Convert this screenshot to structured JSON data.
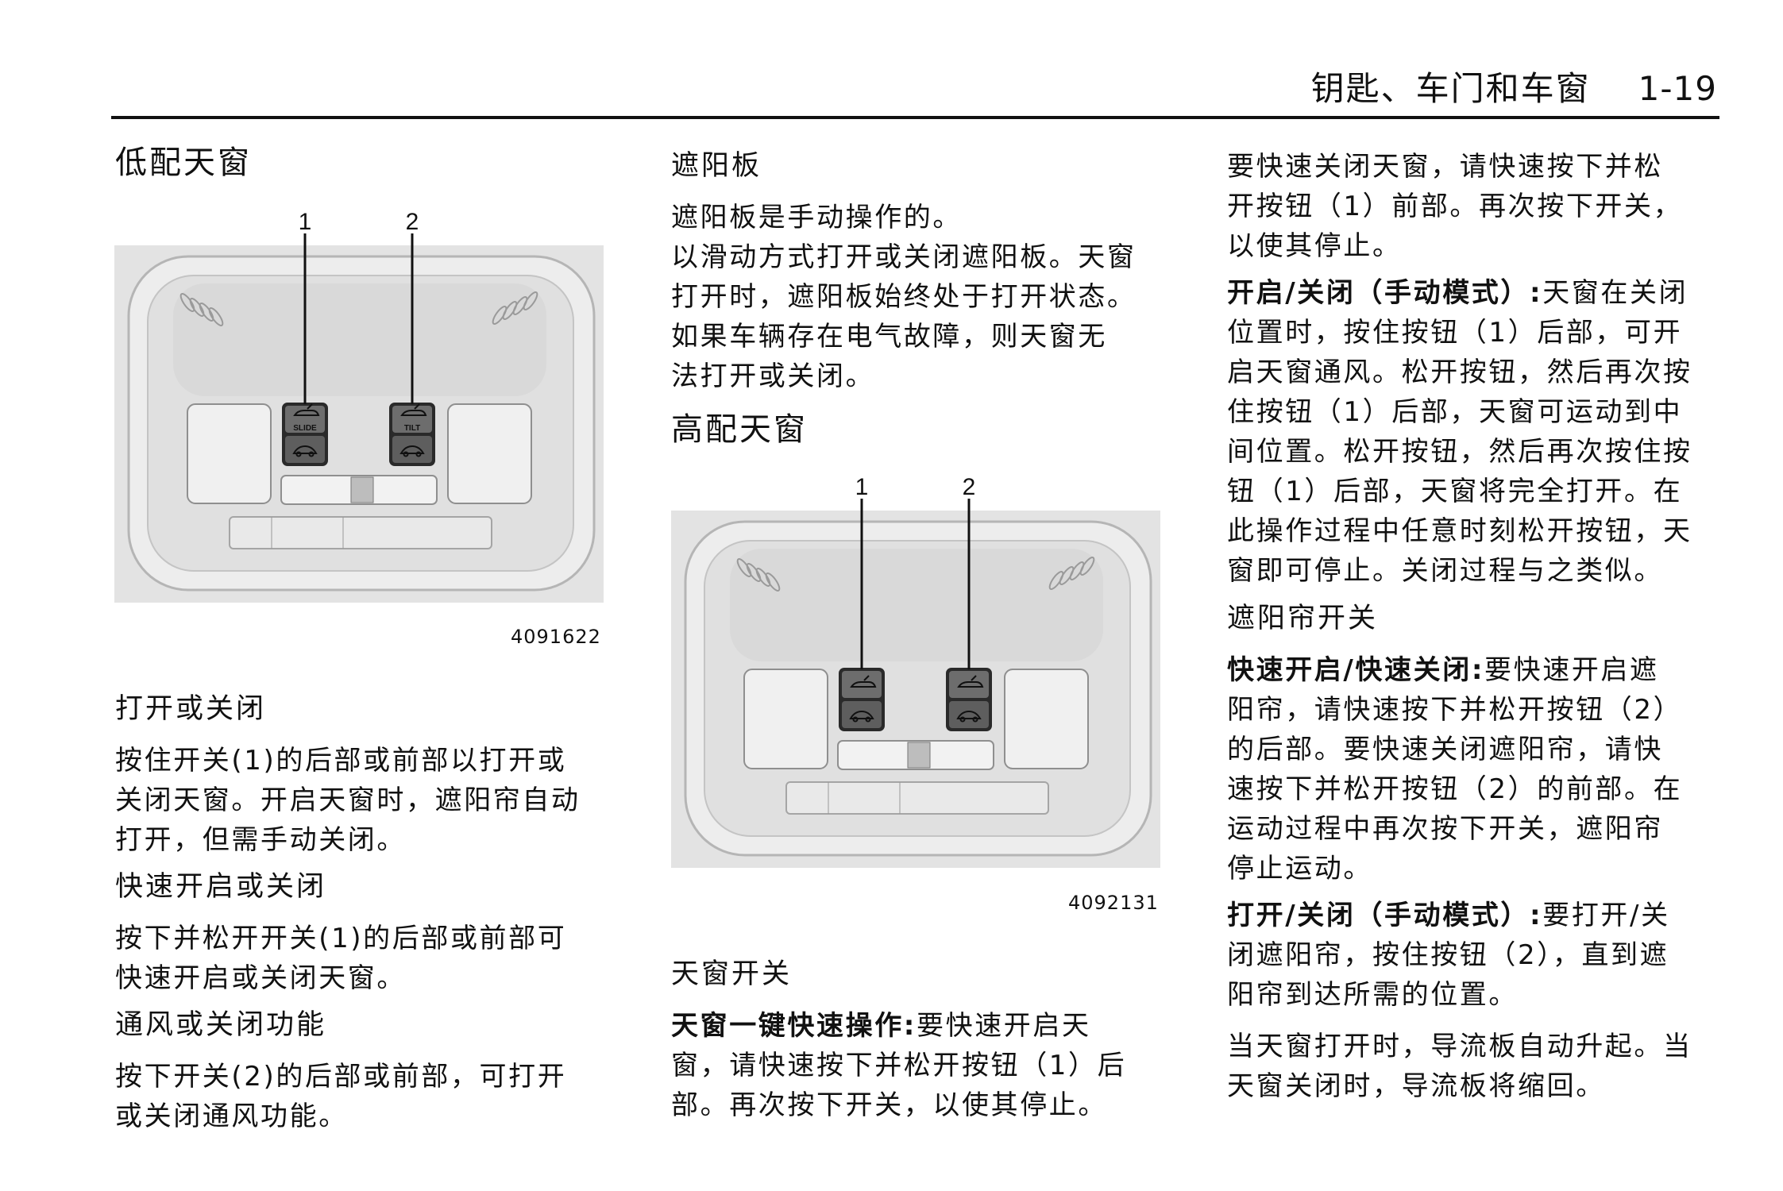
{
  "header": {
    "section_title": "钥匙、车门和车窗",
    "page_number": "1-19"
  },
  "col1": {
    "title": "低配天窗",
    "figure": {
      "callouts": [
        "1",
        "2"
      ],
      "buttons": [
        "SLIDE",
        "TILT"
      ],
      "caption": "4091622"
    },
    "sections": [
      {
        "type": "h3",
        "text": "打开或关闭"
      },
      {
        "type": "p",
        "lines": [
          "按住开关(1)的后部或前部以打开或",
          "关闭天窗。开启天窗时，遮阳帘自动",
          "打开，但需手动关闭。"
        ]
      },
      {
        "type": "h3",
        "text": "快速开启或关闭"
      },
      {
        "type": "p",
        "lines": [
          "按下并松开开关(1)的后部或前部可",
          "快速开启或关闭天窗。"
        ]
      },
      {
        "type": "h3",
        "text": "通风或关闭功能"
      },
      {
        "type": "p",
        "lines": [
          "按下开关(2)的后部或前部，可打开",
          "或关闭通风功能。"
        ]
      }
    ]
  },
  "col2": {
    "sunshade": [
      {
        "type": "h3",
        "text": "遮阳板"
      },
      {
        "type": "p",
        "lines": [
          "遮阳板是手动操作的。",
          "以滑动方式打开或关闭遮阳板。天窗",
          "打开时，遮阳板始终处于打开状态。",
          "如果车辆存在电气故障，则天窗无",
          "法打开或关闭。"
        ]
      }
    ],
    "title": "高配天窗",
    "figure": {
      "callouts": [
        "1",
        "2"
      ],
      "buttons": [
        "",
        ""
      ],
      "caption": "4092131"
    },
    "sections": [
      {
        "type": "h3",
        "text": "天窗开关"
      },
      {
        "type": "p",
        "lead": "天窗一键快速操作:",
        "lines": [
          "要快速开启天",
          "窗，请快速按下并松开按钮（1）后",
          "部。再次按下开关，以使其停止。"
        ]
      }
    ]
  },
  "col3": {
    "part1": [
      {
        "type": "p",
        "lines": [
          "要快速关闭天窗，请快速按下并松",
          "开按钮（1）前部。再次按下开关，",
          "以使其停止。"
        ]
      },
      {
        "type": "p",
        "lead": "开启/关闭（手动模式）:",
        "lines": [
          "天窗在关闭",
          "位置时，按住按钮（1）后部，可开",
          "启天窗通风。松开按钮，然后再次按",
          "住按钮（1）后部，天窗可运动到中",
          "间位置。松开按钮，然后再次按住按",
          "钮（1）后部，天窗将完全打开。在",
          "此操作过程中任意时刻松开按钮，天",
          "窗即可停止。关闭过程与之类似。"
        ]
      }
    ],
    "part2": [
      {
        "type": "h3",
        "text": "遮阳帘开关"
      },
      {
        "type": "p",
        "lead": "快速开启/快速关闭:",
        "lines": [
          "要快速开启遮",
          "阳帘，请快速按下并松开按钮（2）",
          "的后部。要快速关闭遮阳帘，请快",
          "速按下并松开按钮（2）的前部。在",
          "运动过程中再次按下开关，遮阳帘",
          "停止运动。"
        ]
      },
      {
        "type": "p",
        "lead": "打开/关闭（手动模式）:",
        "lines": [
          "要打开/关",
          "闭遮阳帘，按住按钮（2），直到遮",
          "阳帘到达所需的位置。"
        ]
      }
    ],
    "part3": [
      {
        "type": "p",
        "lines": [
          "当天窗打开时，导流板自动升起。当",
          "天窗关闭时，导流板将缩回。"
        ]
      }
    ]
  }
}
